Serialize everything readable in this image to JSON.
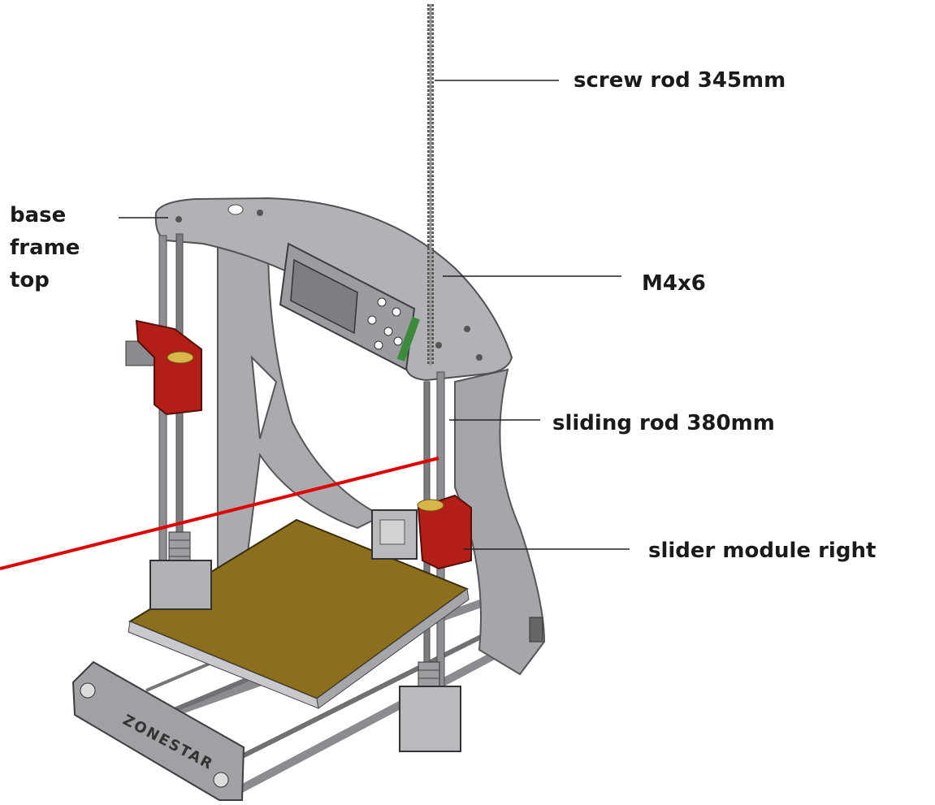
{
  "labels": {
    "screw_rod": "screw rod 345mm",
    "base_frame_top": [
      "base",
      "frame",
      "top"
    ],
    "m4x6": "M4x6",
    "sliding_rod": "sliding rod 380mm",
    "slider_module_right": "slider module right"
  },
  "front_plate_text": "ZONESTAR",
  "colors": {
    "frame": "#9c9ea2",
    "frame_dark": "#5c5e62",
    "bed": "#8c6f1c",
    "slider": "#b31e16",
    "callout_line": "#e00000",
    "leader": "#222222"
  },
  "icons": [
    "lcd-screen",
    "stepper-motor",
    "coupler",
    "slider-module"
  ]
}
